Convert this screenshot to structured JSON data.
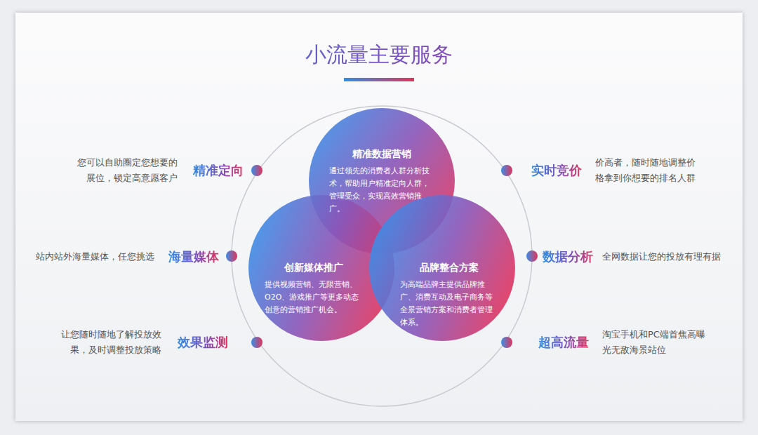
{
  "diagram": {
    "title": "小流量主要服务",
    "nodes": [
      {
        "text": [
          "精准数据营销",
          "通过领先的消费者人群分析技术，帮助用户精准定向人群，管理受众，实现高效营销推广。"
        ]
      },
      {
        "text": [
          "创新媒体推广",
          "提供视频营销、无限营销、O2O、游戏推广等更多动态创意的营销推广机会。"
        ]
      },
      {
        "text": [
          "品牌整合方案",
          "为高端品牌主提供品牌推广、消费互动及电子商务等全景营销方案和消费者管理体系。"
        ]
      }
    ],
    "labels": [
      "精准定向",
      "您可以自助圈定您想要的展位，锁定高意愿客户",
      "海量媒体",
      "站内站外海量媒体，任您挑选",
      "效果监测",
      "让您随时随地了解投放效果，及时调整投放策略",
      "实时竞价",
      "价高者，随时随地调整价格拿到你想要的排名人群",
      "数据分析",
      "全网数据让您的投放有理有据",
      "超高流量",
      "淘宝手机和PC端首焦高曝光无敌海景站位"
    ]
  }
}
